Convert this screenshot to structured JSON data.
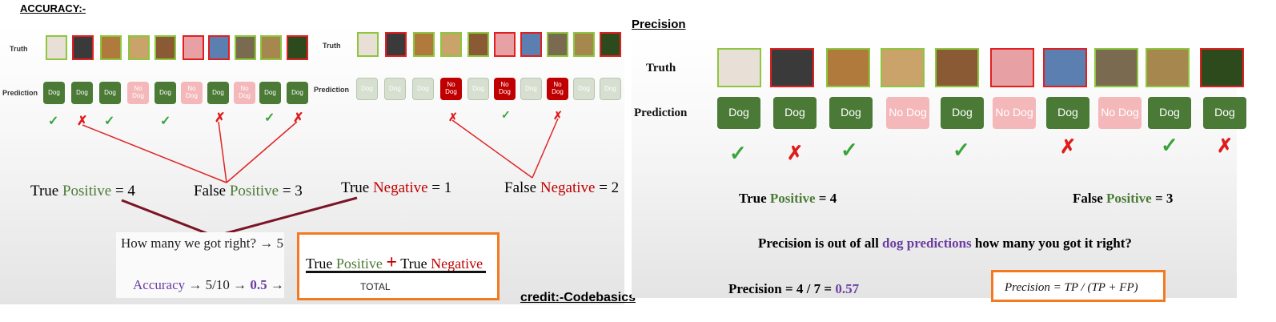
{
  "left": {
    "title": "ACCURACY:-",
    "truth_label": "Truth",
    "prediction_label": "Prediction",
    "predictions_a": [
      "Dog",
      "Dog",
      "Dog",
      "No Dog",
      "Dog",
      "No Dog",
      "Dog",
      "No Dog",
      "Dog",
      "Dog"
    ],
    "predictions_b": [
      "Dog",
      "Dog",
      "Dog",
      "No Dog",
      "Dog",
      "No Dog",
      "Dog",
      "No Dog",
      "Dog",
      "Dog"
    ],
    "tp_label": "True ",
    "tp_word": "Positive",
    "tp_value": " = 4",
    "fp_label": "False ",
    "fp_word": "Positive",
    "fp_value": " = 3",
    "tn_label": "True ",
    "tn_word": "Negative",
    "tn_value": " = 1",
    "fn_label": "False ",
    "fn_word": "Negative",
    "fn_value": " = 2",
    "got_right": "How many we got right? → 5",
    "accuracy_word": "Accuracy",
    "accuracy_rest": " → 5/10 → ",
    "accuracy_value": "0.5",
    "accuracy_arrow": " →",
    "formula_tp1": "True ",
    "formula_tp2": "Positive",
    "formula_plus": "+",
    "formula_tn1": "True ",
    "formula_tn2": "Negative",
    "formula_total": "TOTAL"
  },
  "credit": "credit:-Codebasics",
  "right": {
    "title": "Precision",
    "truth_label": "Truth",
    "prediction_label": "Prediction",
    "predictions": [
      "Dog",
      "Dog",
      "Dog",
      "No Dog",
      "Dog",
      "No Dog",
      "Dog",
      "No Dog",
      "Dog",
      "Dog"
    ],
    "tp_label": "True ",
    "tp_word": "Positive",
    "tp_value": " = 4",
    "fp_label": "False ",
    "fp_word": "Positive",
    "fp_value": " = 3",
    "question_a": "Precision is out of all ",
    "question_b": "dog predictions",
    "question_c": " how many you got it right?",
    "precision_calc": "Precision = 4 / 7 = ",
    "precision_value": "0.57",
    "precision_formula": "Precision = TP / (TP + FP)"
  },
  "colors": {
    "green_text": "#4a7a36",
    "red_text": "#c00000",
    "purple_text": "#6a3ea1",
    "orange_border": "#f47a20",
    "dog_button": "#4a7a36",
    "nodog_button": "#f4b8ba"
  }
}
